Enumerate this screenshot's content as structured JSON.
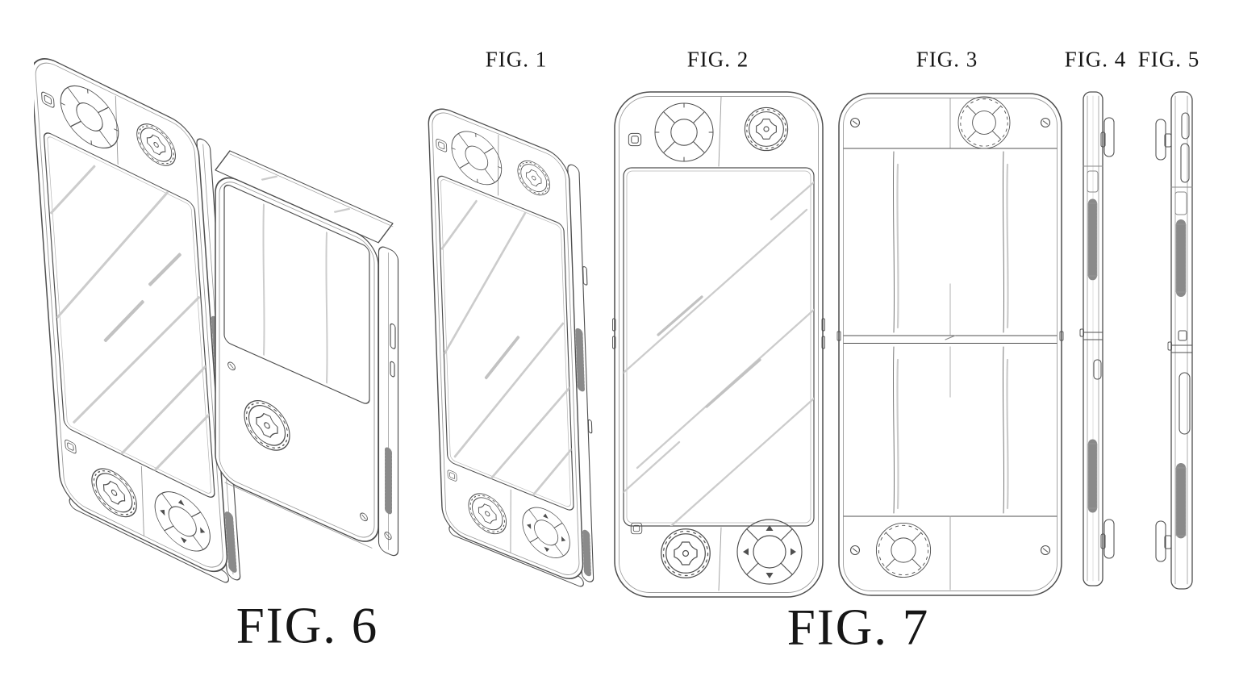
{
  "page": {
    "background_color": "#ffffff",
    "line_color": "#4f4f4f",
    "secondary_line_color": "#9a9a9a",
    "reflection_color": "#cccccc",
    "label_color": "#161616"
  },
  "figures": {
    "fig1": {
      "label": "FIG. 1"
    },
    "fig2": {
      "label": "FIG. 2"
    },
    "fig3": {
      "label": "FIG. 3"
    },
    "fig4": {
      "label": "FIG. 4"
    },
    "fig5": {
      "label": "FIG. 5"
    },
    "fig6": {
      "label": "FIG. 6"
    },
    "fig7": {
      "label": "FIG. 7"
    }
  }
}
